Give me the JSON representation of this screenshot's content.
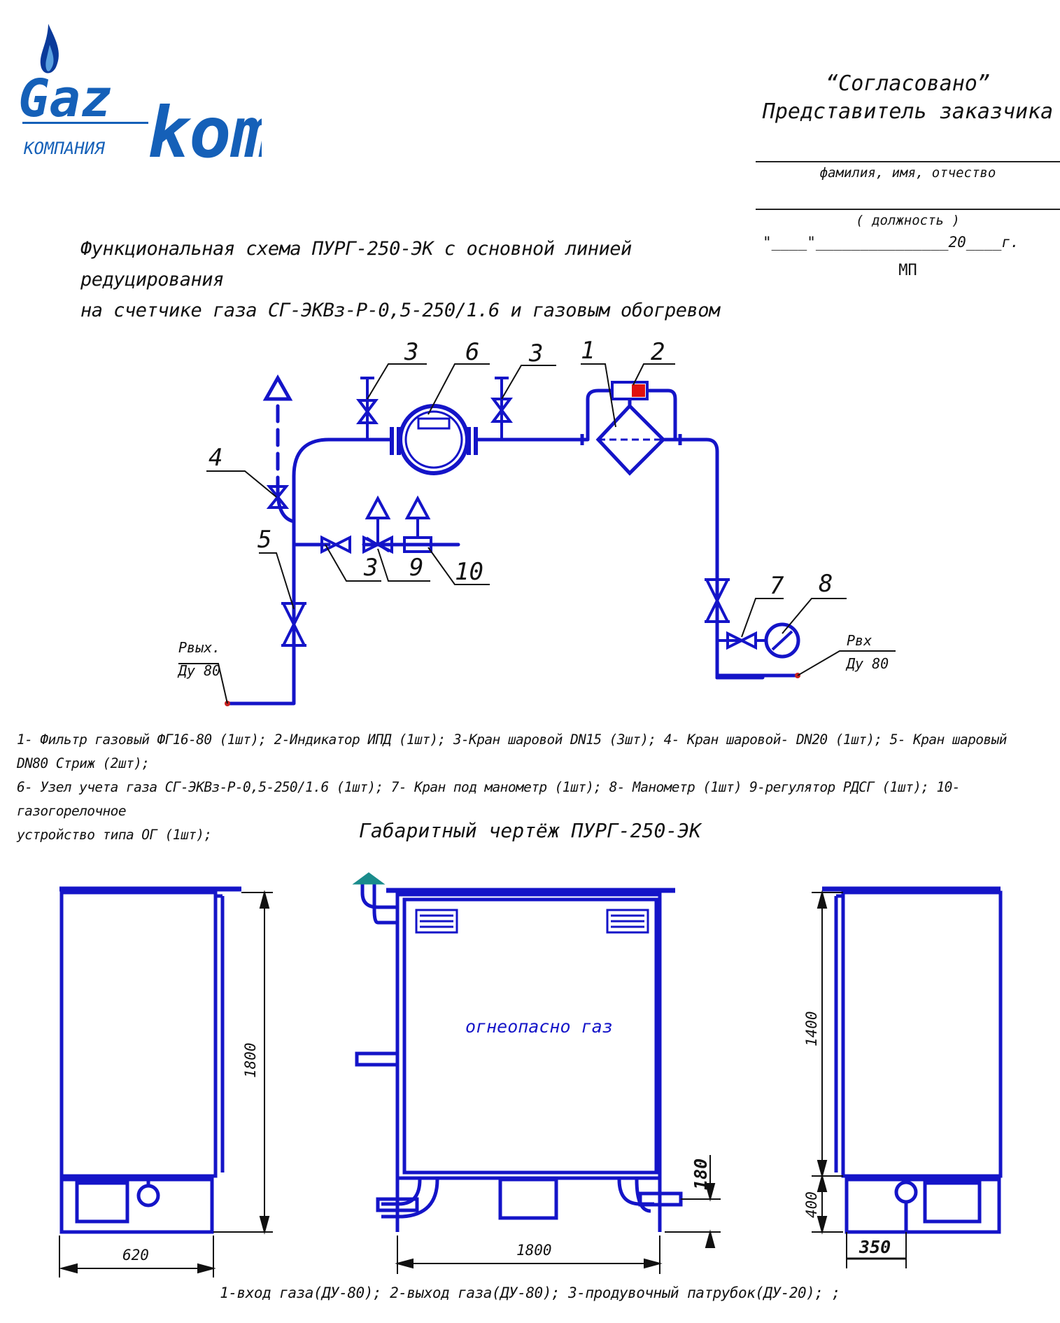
{
  "logo": {
    "word_gaz": "Gaz",
    "word_kom": "kom",
    "word_company": "КОМПАНИЯ",
    "colors": {
      "blue": "#1560b8",
      "flame": "#0a3a9a"
    }
  },
  "approval": {
    "title_line1": "“Согласовано”",
    "title_line2": "Представитель заказчика",
    "caption_name": "фамилия, имя, отчество",
    "caption_position": "( должность )",
    "date_template": "\"____\"_______________20____г.",
    "stamp": "МП"
  },
  "schema": {
    "title_line1": "Функциональная схема ПУРГ-250-ЭК с основной  линией редуцирования",
    "title_line2": "на  счетчике газа СГ-ЭКВз-Р-0,5-250/1.6 и газовым обогревом",
    "callouts": [
      "3",
      "6",
      "3",
      "1",
      "2",
      "4",
      "5",
      "3",
      "9",
      "10",
      "7",
      "8"
    ],
    "outlet_label": "Рвых.",
    "outlet_dn": "Ду 80",
    "inlet_label": "Рвх",
    "inlet_dn": "Ду 80",
    "colors": {
      "pipe": "#1414c8",
      "indicator": "#e01010",
      "connector": "#c82020"
    }
  },
  "legend": {
    "line1": "1- Фильтр газовый ФГ16-80 (1шт); 2-Индикатор ИПД (1шт); 3-Кран шаровой DN15 (3шт); 4- Кран шаровой- DN20 (1шт); 5- Кран шаровый DN80 Стриж (2шт);",
    "line2": "6- Узел учета газа СГ-ЭКВз-Р-0,5-250/1.6 (1шт); 7- Кран под манометр (1шт); 8- Манометр (1шт) 9-регулятор РДСГ (1шт); 10- газогорелочное",
    "line3": "устройство типа ОГ (1шт);"
  },
  "dimensions": {
    "title": "Габаритный чертёж ПУРГ-250-ЭК",
    "side_width": "620",
    "side_height": "1800",
    "front_width": "1800",
    "front_pipe_height": "180",
    "front_label": "огнеопасно газ",
    "right_height": "1400",
    "right_base": "400",
    "right_width": "350",
    "vent_color": "#1a8c8c"
  },
  "bottom_note": "1-вход газа(ДУ-80); 2-выход газа(ДУ-80); 3-продувочный патрубок(ДУ-20); ;"
}
